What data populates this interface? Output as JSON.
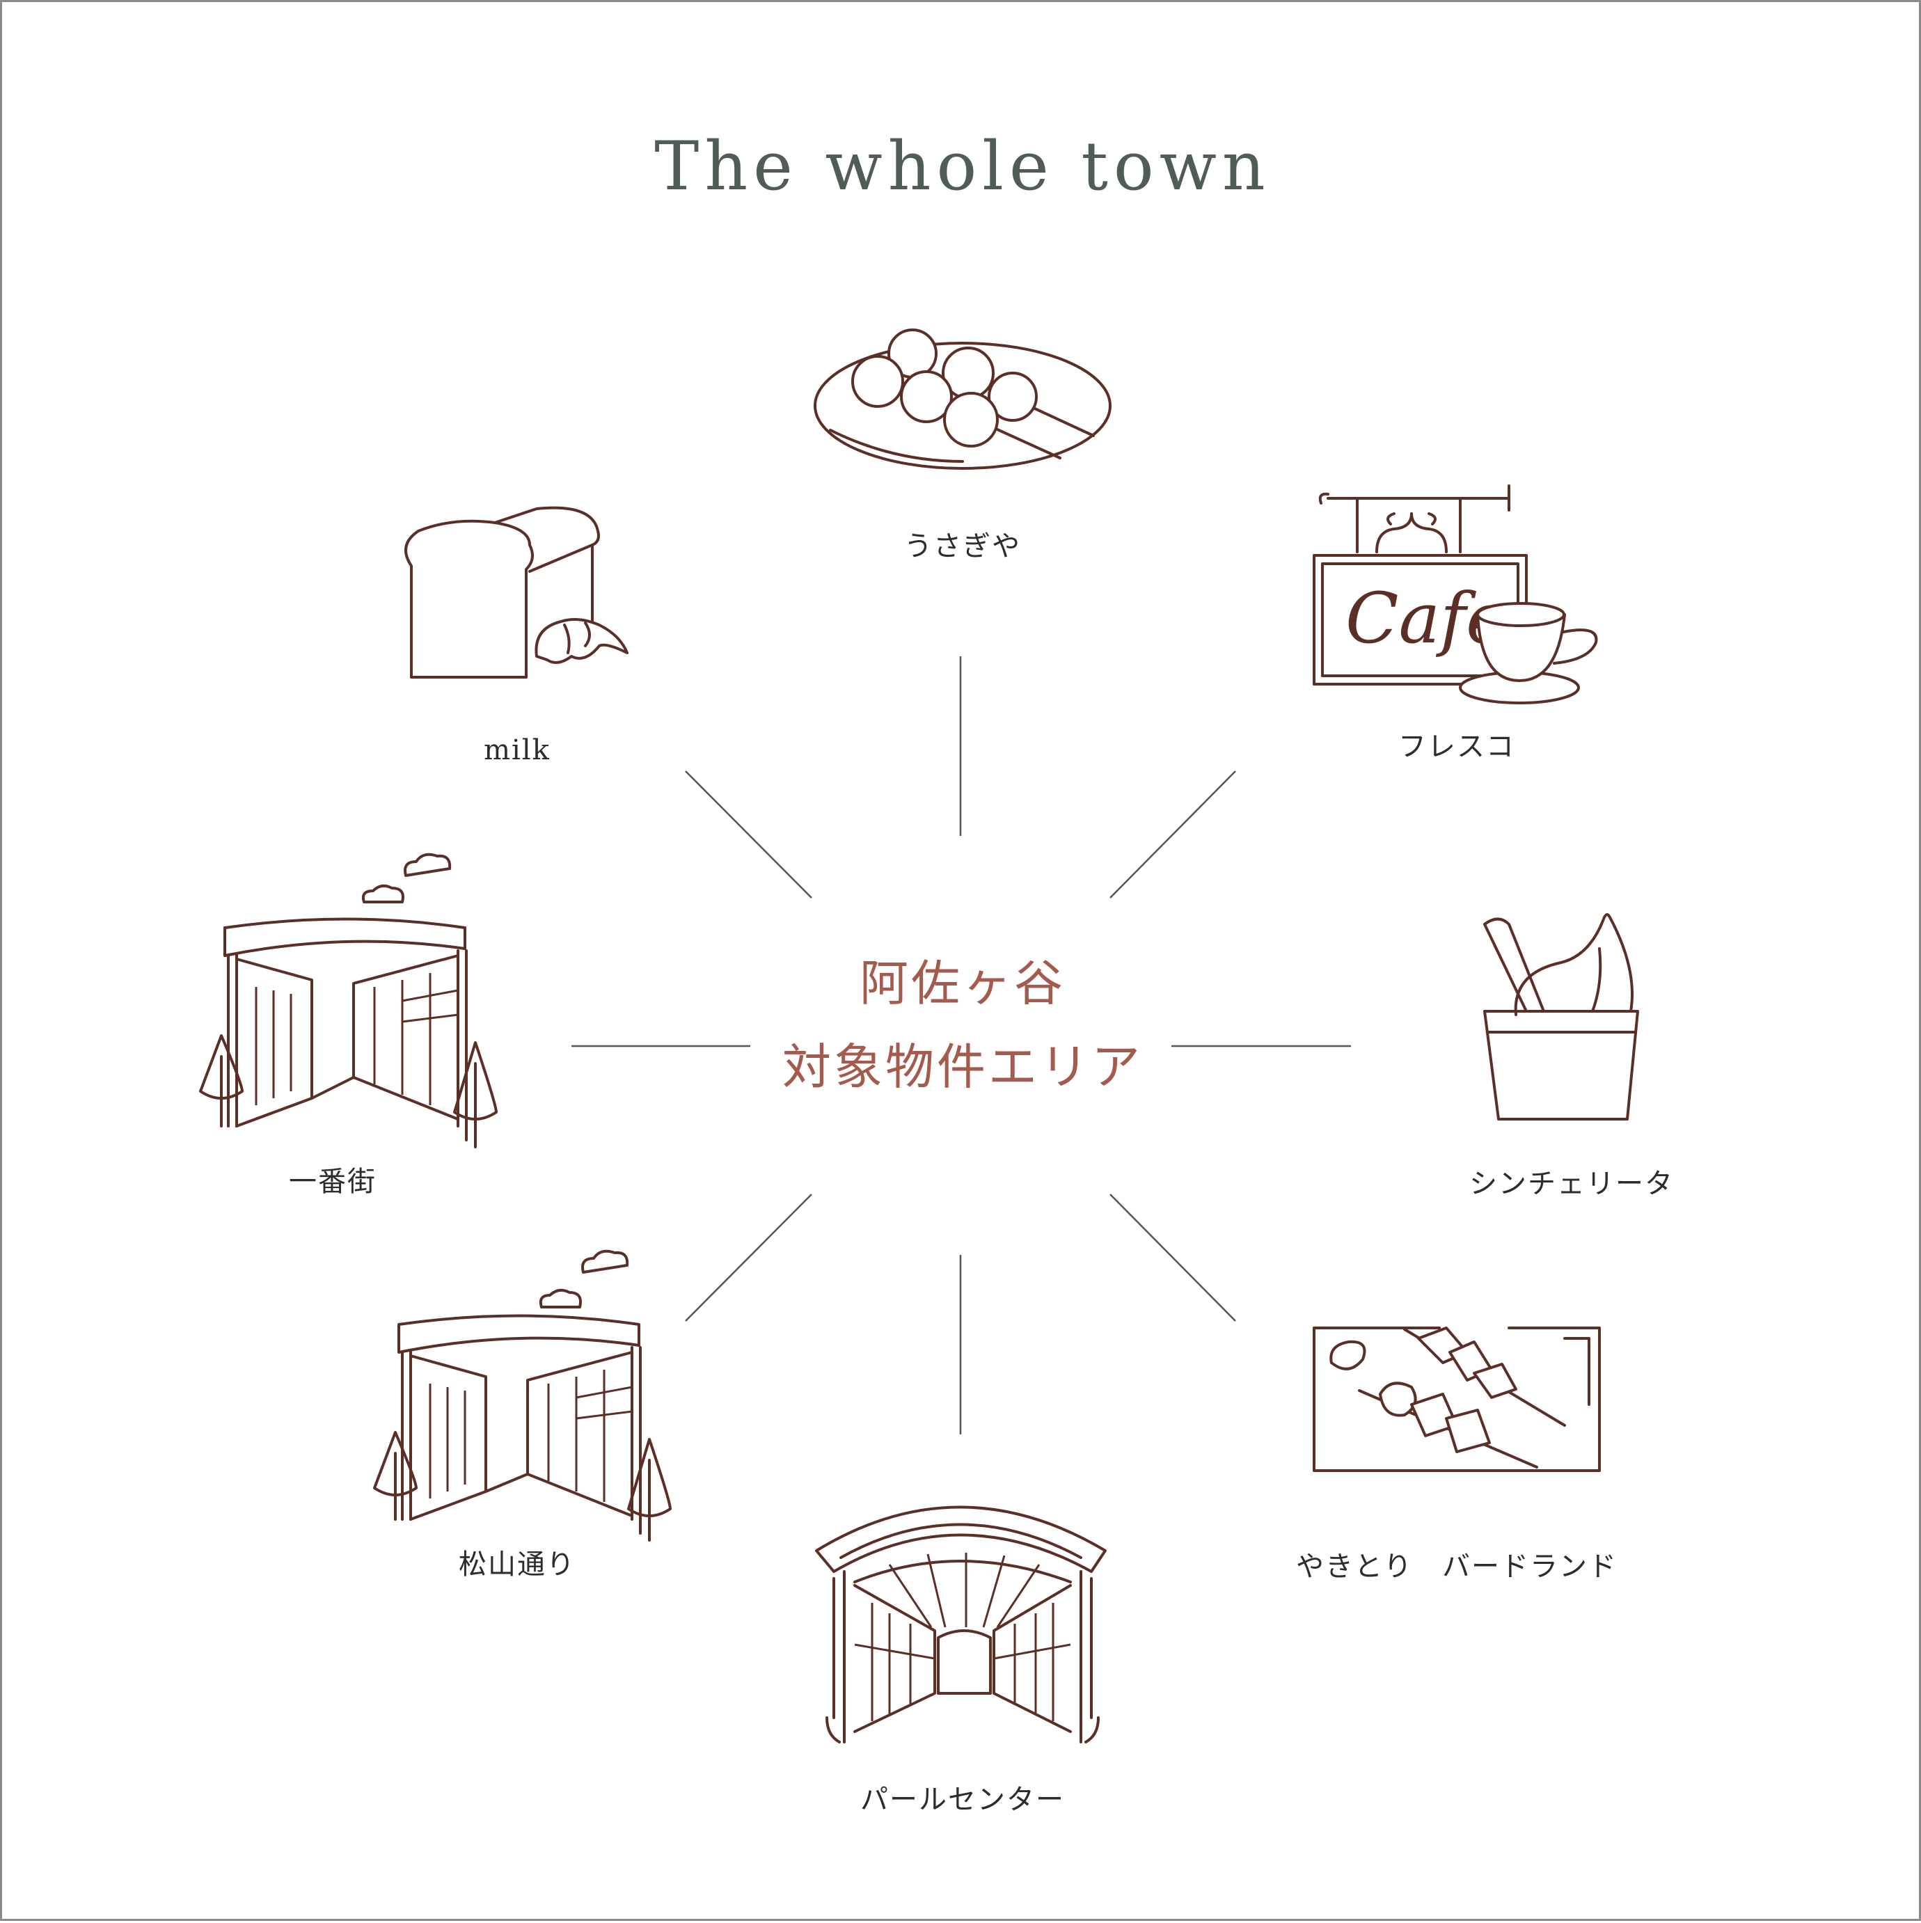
{
  "title": "The whole town",
  "center": {
    "line1": "阿佐ヶ谷",
    "line2": "対象物件エリア"
  },
  "spots": {
    "usagiya": "うさぎや",
    "milk": "milk",
    "fresco": "フレスコ",
    "ichibangai": "一番街",
    "sincerita": "シンチェリータ",
    "matsuyama": "松山通り",
    "yakitori": "やきとり　バードランド",
    "pearl": "パールセンター"
  },
  "icons": {
    "usagiya": "dango-plate-icon",
    "milk": "bread-croissant-icon",
    "fresco": "cafe-sign-coffee-icon",
    "ichibangai": "shopping-street-arch-icon",
    "sincerita": "soft-serve-cup-icon",
    "matsuyama": "shopping-street-arch-icon",
    "yakitori": "yakitori-plate-icon",
    "pearl": "arcade-gate-icon"
  },
  "colors": {
    "title": "#4f5d54",
    "center": "#a45a4c",
    "ink": "#5b2f26",
    "spokes": "#555555",
    "border": "#8a8a8a"
  },
  "cafe_sign_text": "Cafe"
}
